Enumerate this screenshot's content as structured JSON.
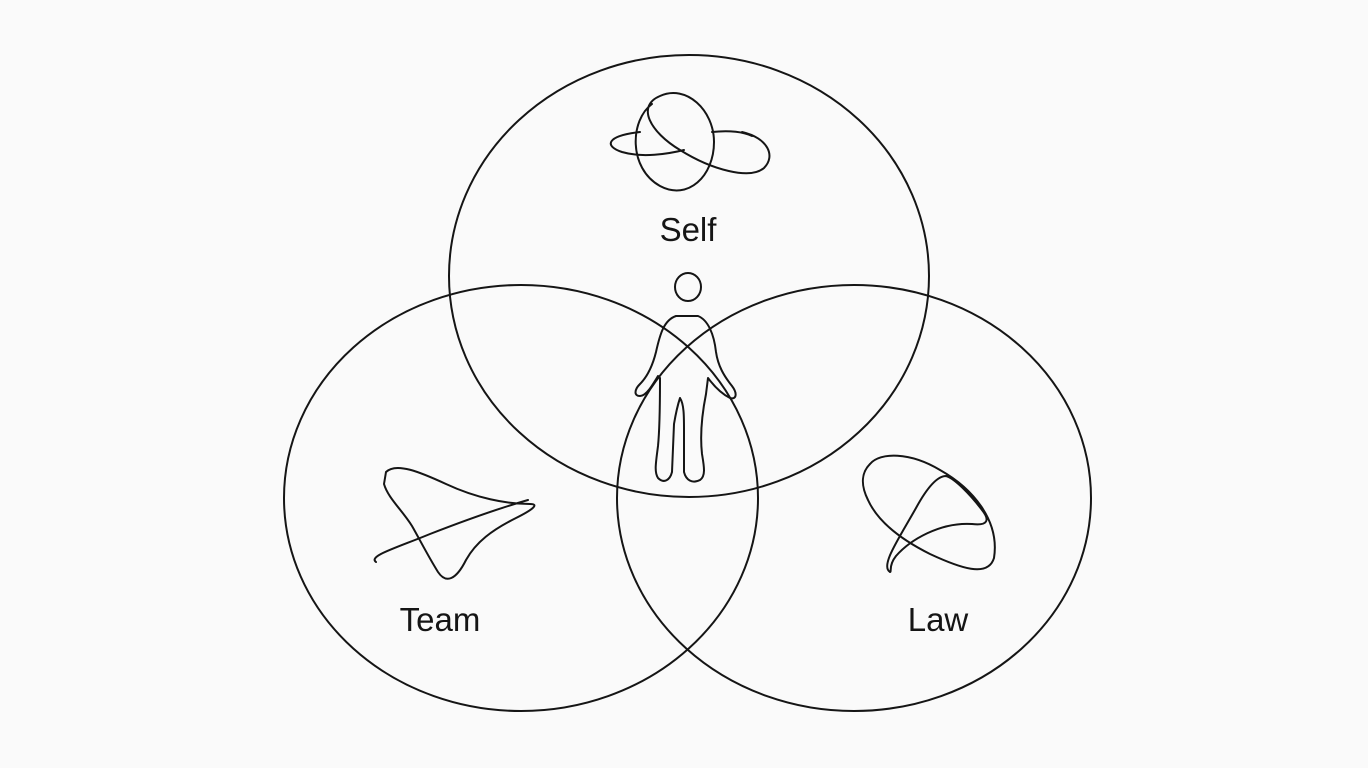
{
  "diagram": {
    "sets": [
      {
        "id": "self",
        "label": "Self",
        "icon": "orbit-sphere-icon"
      },
      {
        "id": "team",
        "label": "Team",
        "icon": "arrow-triangle-icon"
      },
      {
        "id": "law",
        "label": "Law",
        "icon": "loop-triangle-icon"
      }
    ],
    "center": {
      "icon": "person-icon"
    },
    "stroke_color": "#151515",
    "background_color": "#fafafa"
  }
}
